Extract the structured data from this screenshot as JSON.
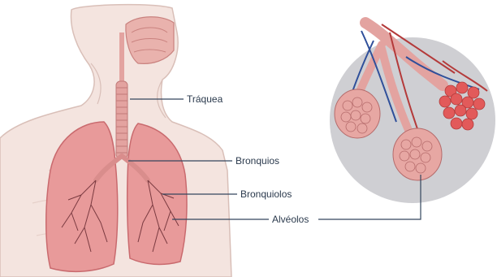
{
  "labels": {
    "traquea": "Tráquea",
    "bronquios": "Bronquios",
    "bronquiolos": "Bronquiolos",
    "alveolos": "Alvéolos"
  },
  "colors": {
    "skin": "#f4e4df",
    "skin_outline": "#d9bfb8",
    "lung": "#e89a9a",
    "lung_dark": "#c96a6e",
    "airway": "#e3a3a0",
    "alveoli_red": "#e25a5a",
    "artery_blue": "#2f4f9a",
    "artery_red": "#b43a3a",
    "circle_bg": "#cfcfd3",
    "leader_line": "#34465e"
  }
}
